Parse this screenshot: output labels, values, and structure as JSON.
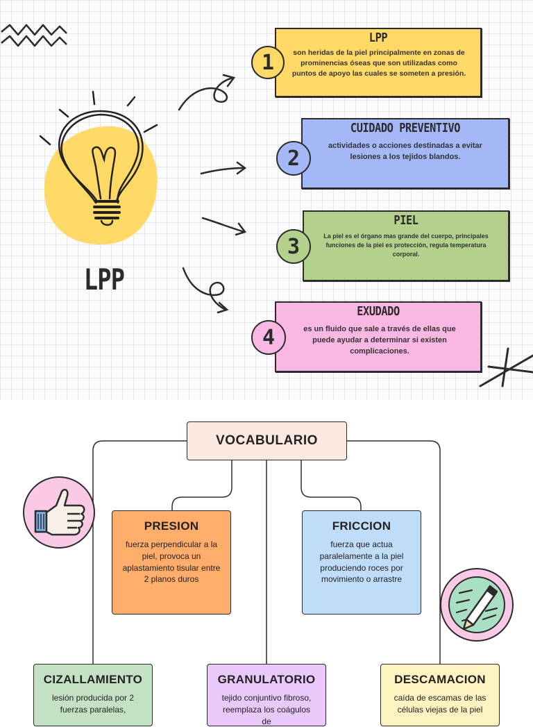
{
  "main_title": "LPP",
  "cards": [
    {
      "number": "1",
      "title": "LPP",
      "body": "son heridas de la piel principalmente en zonas de prominencias óseas que son utilizadas como puntos de apoyo las cuales se someten a presión.",
      "color": "#ffd966"
    },
    {
      "number": "2",
      "title": "CUIDADO PREVENTIVO",
      "body": "actividades o acciones destinadas a evitar lesiones a los tejidos blandos.",
      "color": "#a4b8f8"
    },
    {
      "number": "3",
      "title": "PIEL",
      "body": "La piel es el órgano mas grande del cuerpo, principales funciones de la piel es protección, regula temperatura corporal.",
      "color": "#b3d08d"
    },
    {
      "number": "4",
      "title": "EXUDADO",
      "body": "es un fluido que sale a través de ellas que puede ayudar a determinar si existen complicaciones.",
      "color": "#f9b7e3"
    }
  ],
  "vocab": {
    "title": "VOCABULARIO",
    "title_color": "#fbe9e0",
    "items": [
      {
        "title": "PRESION",
        "body": "fuerza perpendicular a la piel, provoca un aplastamiento tisular entre 2 planos duros",
        "color": "#ffad6b"
      },
      {
        "title": "FRICCION",
        "body": "fuerza que actua paralelamente a la piel produciendo roces por movimiento o arrastre",
        "color": "#bfdcf8"
      },
      {
        "title": "CIZALLAMIENTO",
        "body": "lesión producida por 2 fuerzas paralelas,",
        "color": "#c3e2c4"
      },
      {
        "title": "GRANULATORIO",
        "body": "tejido conjuntivo fibroso, reemplaza los coágulos de",
        "color": "#e9c9f9"
      },
      {
        "title": "DESCAMACION",
        "body": "caída de escamas de las células viejas de la piel",
        "color": "#fdf3c1"
      }
    ]
  },
  "icons": {
    "bulb": "lightbulb-icon",
    "thumb": "thumbs-up-icon",
    "pencil": "pencil-icon"
  },
  "colors": {
    "ink": "#2b2b2b",
    "bulb_blob": "#ffd966",
    "thumb_circle": "#f9c9e6",
    "pencil_circle": "#a9e0c4"
  }
}
